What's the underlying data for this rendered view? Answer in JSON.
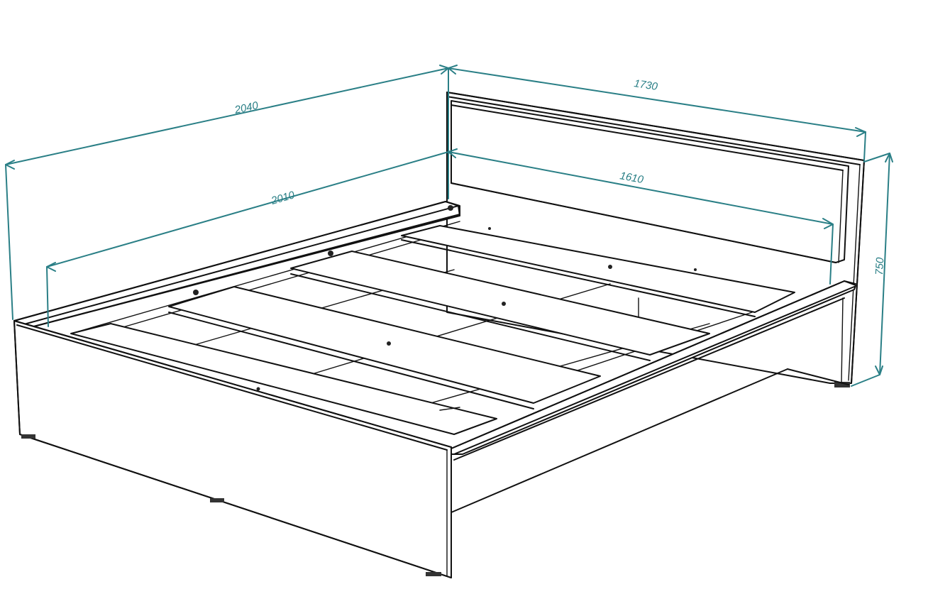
{
  "diagram": {
    "subject": "Double bed with slatted base",
    "line_color": "#111111",
    "dimension_color": "#2a7f86",
    "dimensions": {
      "overall_length": {
        "label": "2040"
      },
      "overall_width": {
        "label": "1730"
      },
      "inner_length": {
        "label": "2010"
      },
      "inner_width": {
        "label": "1610"
      },
      "height": {
        "label": "750"
      }
    },
    "slats": {
      "count": 4
    }
  }
}
